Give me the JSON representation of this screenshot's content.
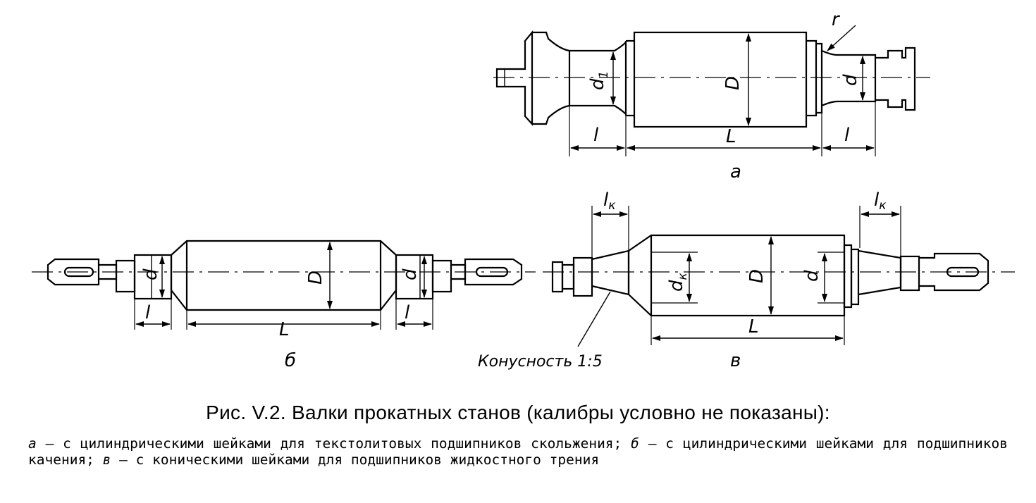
{
  "figure_labels": {
    "a": {
      "D": "D",
      "d": "d",
      "d1_main": "d",
      "d1_sub": "1",
      "L": "L",
      "l_left": "l",
      "l_right": "l",
      "r": "r",
      "sub": "а"
    },
    "b": {
      "D": "D",
      "d_left": "d",
      "d_right": "d",
      "L": "L",
      "l_left": "l",
      "l_right": "l",
      "sub": "б"
    },
    "v": {
      "D": "D",
      "d": "d",
      "dk_main": "d",
      "dk_sub": "к",
      "L": "L",
      "lk_left_main": "l",
      "lk_left_sub": "к",
      "lk_right_main": "l",
      "lk_right_sub": "к",
      "taper": "Конусность 1:5",
      "sub": "в"
    }
  },
  "caption": "Рис. V.2. Валки прокатных станов (калибры условно не показаны):",
  "legend": {
    "a_key": "а",
    "a_text": " — с цилиндрическими шейками для текстолитовых подшипников скольжения; ",
    "b_key": "б",
    "b_text": " — с цилиндрическими шейками для подшипников качения; ",
    "v_key": "в",
    "v_text": " — с коническими шейками для подшипников жидкостного трения"
  }
}
